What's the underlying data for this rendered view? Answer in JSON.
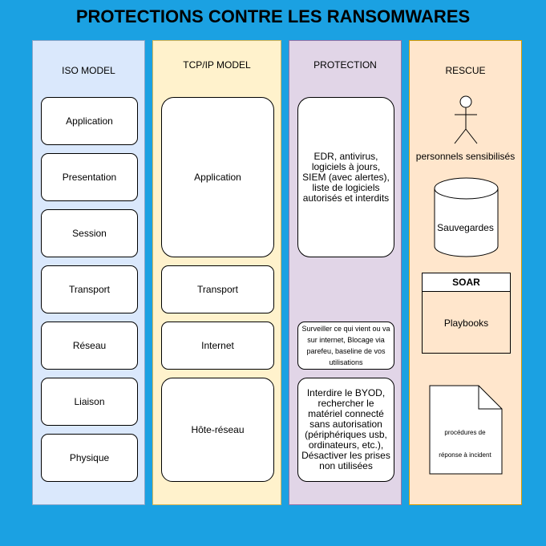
{
  "title": "PROTECTIONS CONTRE LES RANSOMWARES",
  "iso": {
    "heading": "ISO MODEL",
    "layers": [
      "Application",
      "Presentation",
      "Session",
      "Transport",
      "Réseau",
      "Liaison",
      "Physique"
    ]
  },
  "tcp": {
    "heading": "TCP/IP MODEL",
    "layers": [
      "Application",
      "Transport",
      "Internet",
      "Hôte-réseau"
    ]
  },
  "protection": {
    "heading": "PROTECTION",
    "application": "EDR, antivirus, logiciels à jours, SIEM (avec alertes), liste de logiciels autorisés et interdits",
    "internet": "Surveiller ce qui vient ou va sur internet, Blocage via parefeu, baseline de vos utilisations",
    "host": "Interdire le BYOD, rechercher le matériel connecté sans autorisation (périphériques usb, ordinateurs, etc.), Désactiver les prises non utilisées"
  },
  "rescue": {
    "heading": "RESCUE",
    "people": "personnels sensibilisés",
    "backups": "Sauvegardes",
    "soar_title": "SOAR",
    "soar_body": "Playbooks",
    "doc_line1": "procédures de",
    "doc_line2": "réponse à incident"
  },
  "colors": {
    "background": "#1ba1e2",
    "iso": "#dae8fc",
    "tcp": "#fff2cc",
    "protection": "#e1d5e7",
    "rescue": "#ffe6cc"
  }
}
